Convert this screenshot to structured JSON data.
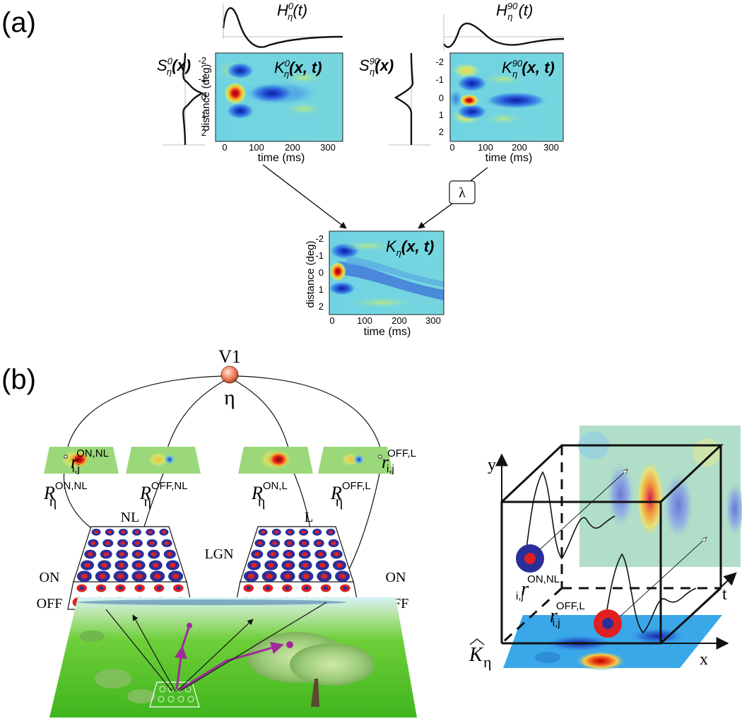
{
  "panel_a": {
    "label": "(a)",
    "top_left": {
      "kernel": {
        "sym": "K",
        "sup": "0",
        "sub": "η",
        "arg": "(x, t)"
      },
      "temporal": {
        "sym": "H",
        "sup": "0",
        "sub": "η",
        "arg": "(t)"
      },
      "spatial": {
        "sym": "S",
        "sup": "0",
        "sub": "η",
        "arg": "(x)"
      }
    },
    "top_right": {
      "kernel": {
        "sym": "K",
        "sup": "90",
        "sub": "η",
        "arg": "(x, t)"
      },
      "temporal": {
        "sym": "H",
        "sup": "90",
        "sub": "η",
        "arg": "(t)"
      },
      "spatial": {
        "sym": "S",
        "sup": "90",
        "sub": "η",
        "arg": "(x)"
      }
    },
    "combined": {
      "kernel": {
        "sym": "K",
        "sup": "",
        "sub": "η",
        "arg": "(x, t)"
      }
    },
    "lambda_box": "λ",
    "axes": {
      "ylabel": "distance (deg)",
      "xlabel": "time (ms)",
      "yticks": [
        "-2",
        "-1",
        "0",
        "1",
        "2"
      ],
      "xticks": [
        "0",
        "100",
        "200",
        "300"
      ]
    }
  },
  "panel_b": {
    "label": "(b)",
    "v1_label": "V1",
    "eta_label": "η",
    "response_maps": [
      {
        "sym": "R",
        "sub": "η",
        "sup": "ON,NL"
      },
      {
        "sym": "R",
        "sub": "η",
        "sup": "OFF,NL"
      },
      {
        "sym": "R",
        "sub": "η",
        "sup": "ON,L"
      },
      {
        "sym": "R",
        "sub": "η",
        "sup": "OFF,L"
      }
    ],
    "r_labels": [
      {
        "sym": "r",
        "sub": "i,j",
        "sup": "ON,NL"
      },
      {
        "sym": "r",
        "sub": "i,j",
        "sup": "OFF,L"
      }
    ],
    "grid_labels": {
      "nl": "NL",
      "l": "L",
      "lgn": "LGN",
      "on": "ON",
      "off": "OFF"
    },
    "cube": {
      "y_axis": "y",
      "x_axis": "x",
      "t_axis": "t",
      "r_on": {
        "sym": "r",
        "sub": "i,j",
        "sup": "ON,NL"
      },
      "r_off": {
        "sym": "r",
        "sub": "i,j",
        "sup": "OFF,L"
      },
      "khat": {
        "sym": "K",
        "sub": "η"
      }
    }
  }
}
